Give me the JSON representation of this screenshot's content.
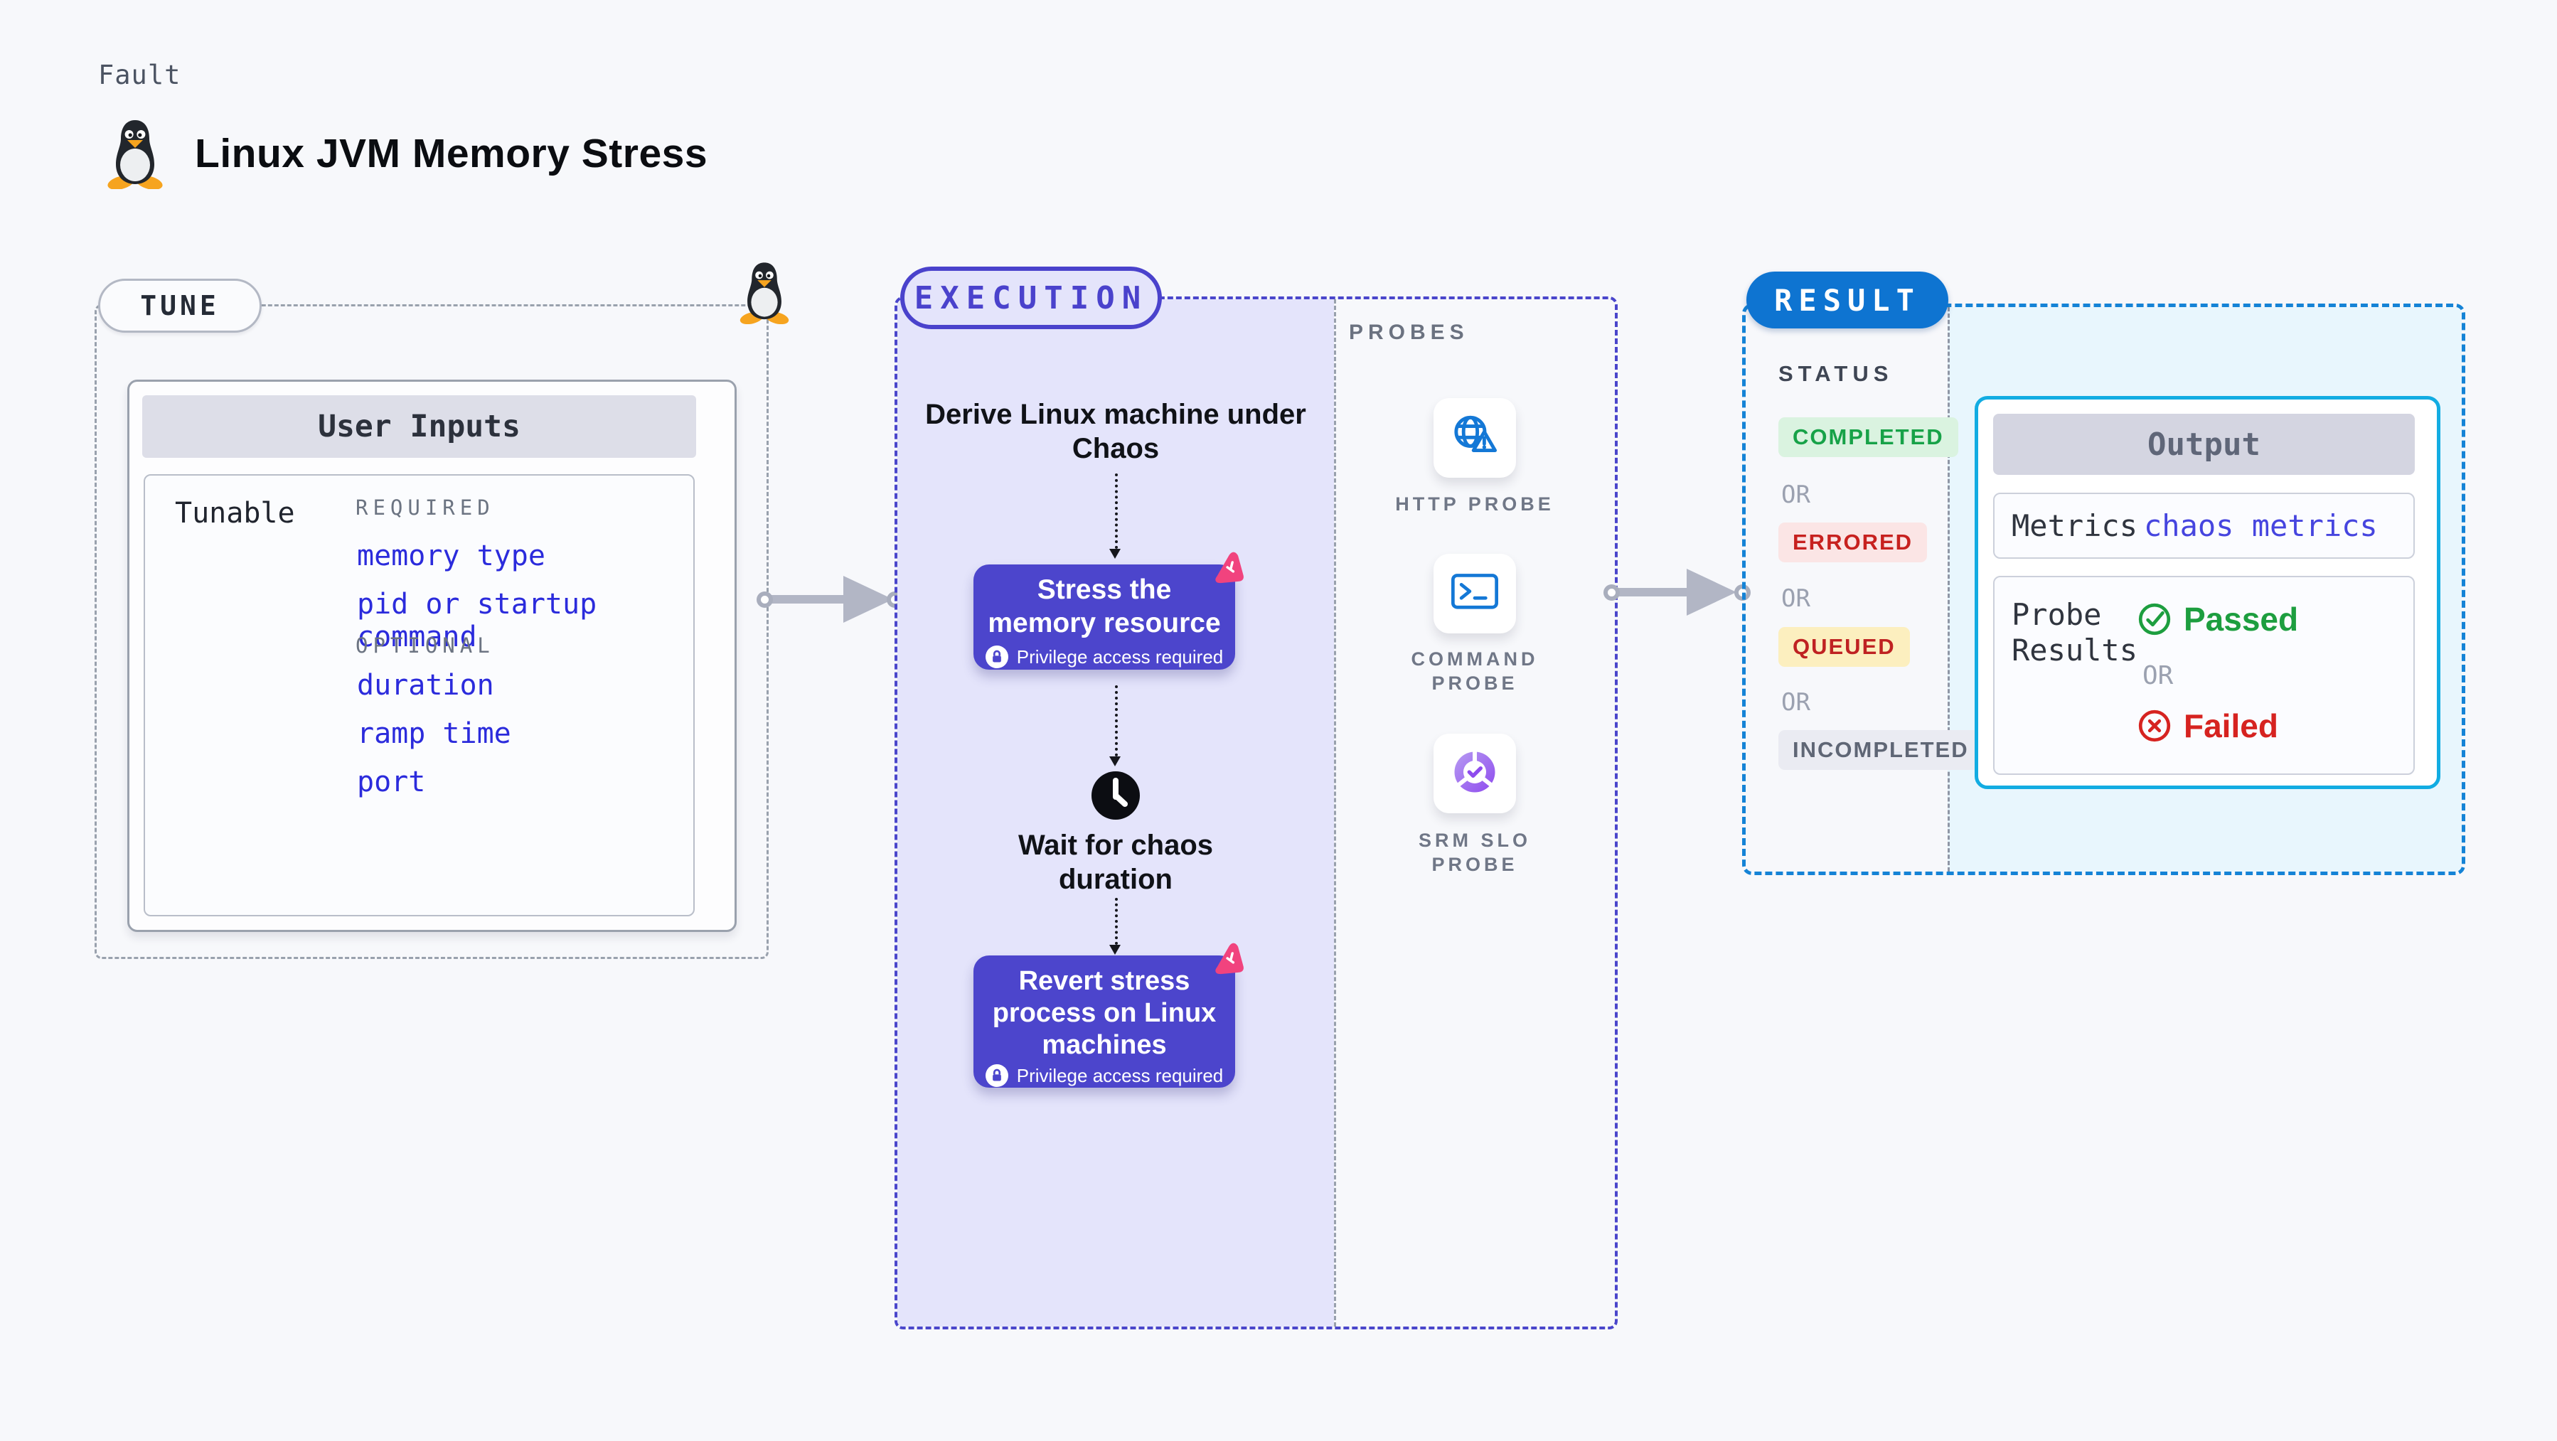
{
  "header": {
    "kicker": "Fault",
    "title": "Linux JVM Memory Stress",
    "icon": "tux-penguin-icon"
  },
  "tune": {
    "pill": "TUNE",
    "card_title": "User Inputs",
    "row_label": "Tunable",
    "required_label": "REQUIRED",
    "required_inputs": [
      "memory type",
      "pid or startup command"
    ],
    "optional_label": "OPTIONAL",
    "optional_inputs": [
      "duration",
      "ramp time",
      "port"
    ]
  },
  "execution": {
    "pill": "EXECUTION",
    "derive_step": "Derive Linux machine under Chaos",
    "stress_step": {
      "title": "Stress the memory resource",
      "privilege_note": "Privilege access required"
    },
    "wait_step": "Wait for chaos duration",
    "revert_step": {
      "title": "Revert stress process on Linux machines",
      "privilege_note": "Privilege access required"
    }
  },
  "probes": {
    "heading": "PROBES",
    "items": [
      {
        "name": "HTTP PROBE",
        "icon": "globe-warning-icon"
      },
      {
        "name": "COMMAND PROBE",
        "icon": "terminal-icon"
      },
      {
        "name": "SRM SLO PROBE",
        "icon": "slo-donut-check-icon"
      }
    ]
  },
  "result": {
    "pill": "RESULT",
    "status_heading": "STATUS",
    "or_label": "OR",
    "statuses": [
      {
        "label": "COMPLETED",
        "color": "#17a248",
        "bg": "#daf3e0"
      },
      {
        "label": "ERRORED",
        "color": "#c7211f",
        "bg": "#fbe5e5"
      },
      {
        "label": "QUEUED",
        "color": "#bf2222",
        "bg": "#fcefbf"
      },
      {
        "label": "INCOMPLETED",
        "color": "#5f6675",
        "bg": "#eaebf2"
      }
    ],
    "output": {
      "title": "Output",
      "metrics_label": "Metrics",
      "metrics_value": "chaos metrics",
      "probe_results_label": "Probe Results",
      "passed_label": "Passed",
      "or_label": "OR",
      "failed_label": "Failed"
    }
  },
  "colors": {
    "accent_indigo": "#4a42cc",
    "accent_blue": "#0e74d1",
    "accent_cyan": "#12ace2",
    "button_purple": "#4c45cc",
    "link_blue": "#2b2bdc",
    "pink_logo": "#f1437e",
    "passed_green": "#1d9e3f",
    "failed_red": "#d62320"
  }
}
